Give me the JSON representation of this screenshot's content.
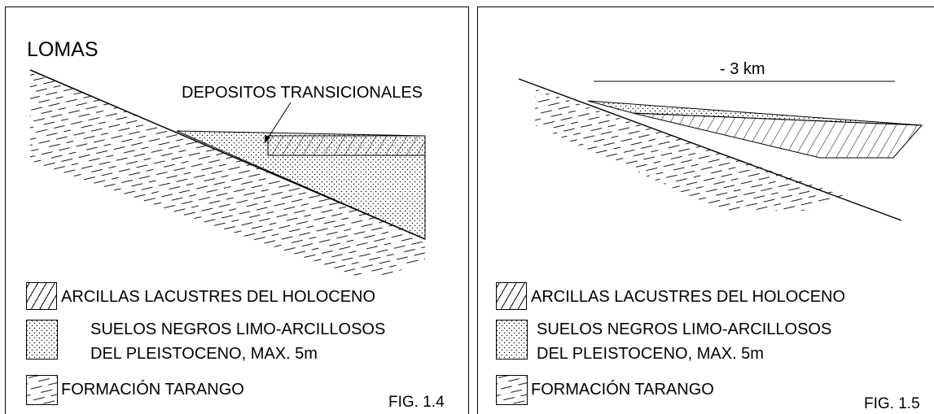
{
  "figures": [
    {
      "id": "fig-1-4",
      "title": "LOMAS",
      "annotation": "DEPOSITOS TRANSICIONALES",
      "figure_label": "FIG. 1.4",
      "legend": [
        {
          "pattern": "hatch",
          "lines": [
            "ARCILLAS LACUSTRES DEL HOLOCENO"
          ]
        },
        {
          "pattern": "dots",
          "lines": [
            "SUELOS NEGROS LIMO-ARCILLOSOS",
            "DEL PLEISTOCENO, MAX. 5m"
          ]
        },
        {
          "pattern": "dashes",
          "lines": [
            "FORMACIÓN TARANGO"
          ]
        }
      ]
    },
    {
      "id": "fig-1-5",
      "scale_label": "- 3 km",
      "figure_label": "FIG. 1.5",
      "legend": [
        {
          "pattern": "hatch",
          "lines": [
            "ARCILLAS LACUSTRES DEL HOLOCENO"
          ]
        },
        {
          "pattern": "dots",
          "lines": [
            "SUELOS NEGROS LIMO-ARCILLOSOS",
            "DEL PLEISTOCENO, MAX. 5m"
          ]
        },
        {
          "pattern": "dashes",
          "lines": [
            "FORMACIÓN TARANGO"
          ]
        }
      ]
    }
  ],
  "colors": {
    "line": "#000000",
    "background": "#ffffff"
  }
}
